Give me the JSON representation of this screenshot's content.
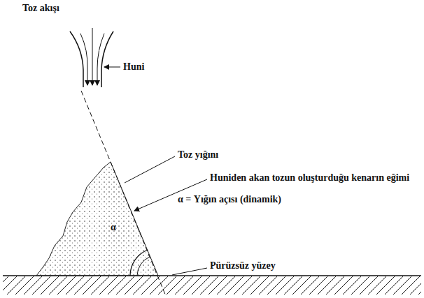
{
  "diagram": {
    "labels": [
      "Toz akışı",
      "Huni",
      "Toz yığını",
      "Huniden akan tozun oluşturduğu kenarın eğimi",
      "α = Yığın açısı (dinamik)",
      "Pürüzsüz yüzey",
      "α"
    ]
  }
}
